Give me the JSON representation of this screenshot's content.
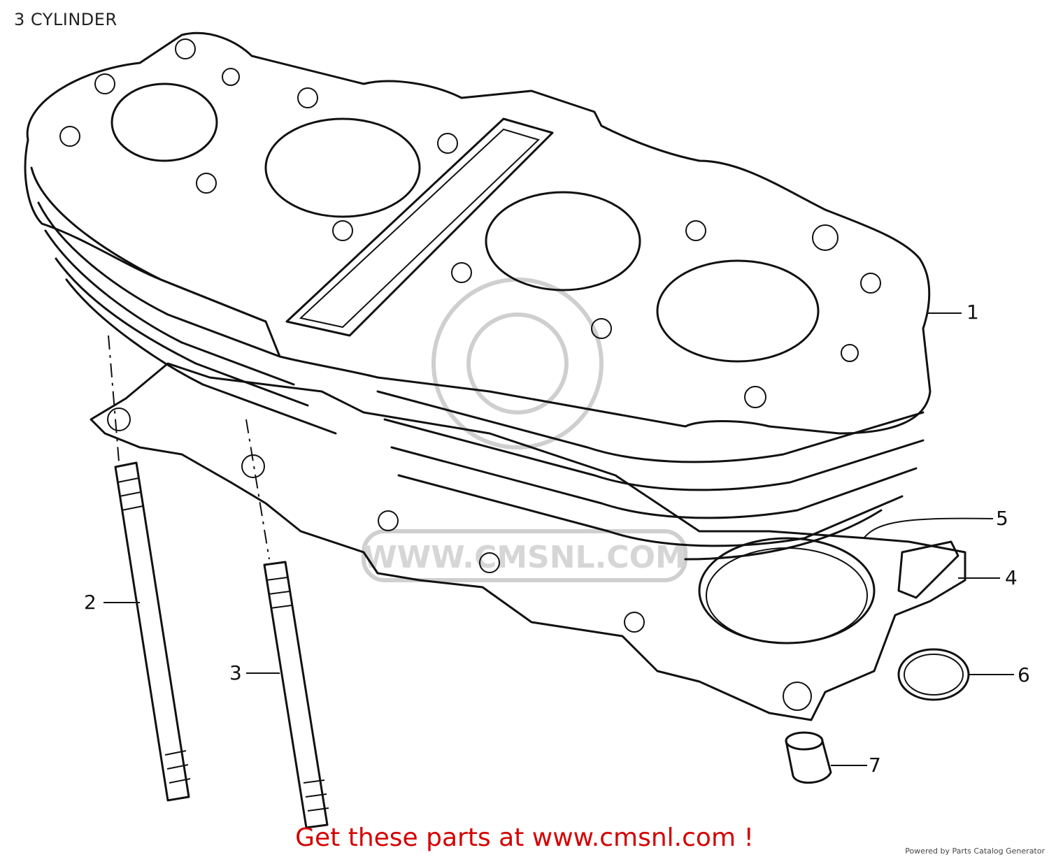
{
  "title": "3 CYLINDER",
  "callouts": [
    {
      "id": "1",
      "label": "1"
    },
    {
      "id": "2",
      "label": "2"
    },
    {
      "id": "3",
      "label": "3"
    },
    {
      "id": "4",
      "label": "4"
    },
    {
      "id": "5",
      "label": "5"
    },
    {
      "id": "6",
      "label": "6"
    },
    {
      "id": "7",
      "label": "7"
    }
  ],
  "watermark": "WWW.CMSNL.COM",
  "cta": "Get these parts at www.cmsnl.com !",
  "powered_by": "Powered by Parts Catalog Generator",
  "colors": {
    "cta": "#d40000",
    "line": "#111111",
    "watermark": "#cfcfcf"
  }
}
